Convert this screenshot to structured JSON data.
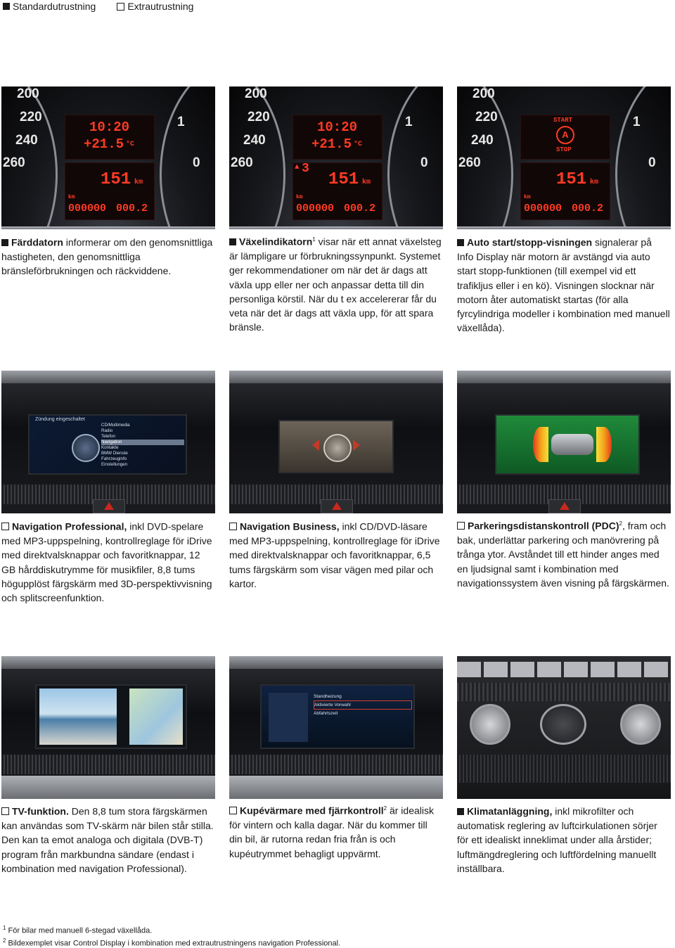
{
  "legend": {
    "standard": "Standardutrustning",
    "extra": "Extrautrustning"
  },
  "cluster": {
    "dial_numbers": [
      "200",
      "220",
      "240",
      "260"
    ],
    "time": "10:20",
    "temp": "+21.5",
    "temp_unit": "°C",
    "range": "151",
    "range_unit": "km",
    "odo_label": "km",
    "odo": "000000",
    "trip": "000.2",
    "gear_hint": "3",
    "start_text": "START",
    "stop_text": "STOP",
    "rpm_1": "1",
    "rpm_0": "0"
  },
  "features": [
    {
      "bold": "Färddatorn",
      "sup": "",
      "text": " informerar om den genomsnittliga hastigheten, den genomsnittliga bränsleförbrukningen och räckviddene."
    },
    {
      "bold": "Växelindikatorn",
      "sup": "1",
      "text": " visar när ett annat växelsteg är lämpligare ur förbrukningssynpunkt. Systemet ger rekommendationer om när det är dags att växla upp eller ner och anpassar detta till din personliga körstil. När du t ex accelererar får du veta när det är dags att växla upp, för att spara bränsle."
    },
    {
      "bold": "Auto start/stopp-visningen",
      "sup": "",
      "text": " signalerar på Info Display när motorn är avstängd via auto start stopp-funktionen (till exempel vid ett trafikljus eller i en kö). Visningen slocknar när motorn åter automatiskt startas (för alla fyrcylindriga modeller i kombination med manuell växellåda)."
    },
    {
      "bold": "Navigation Professional,",
      "sup": "",
      "text": " inkl DVD-spelare med MP3-uppspelning, kontrollreglage för iDrive med direktvalsknappar och favoritknappar, 12 GB hårddiskutrymme för musikfiler, 8,8 tums högupplöst färgskärm med 3D-perspektivvisning och splitscreenfunktion."
    },
    {
      "bold": "Navigation Business,",
      "sup": "",
      "text": " inkl CD/DVD-läsare med MP3-uppspelning, kontrollreglage för iDrive med direktvalsknappar och favoritknappar, 6,5 tums färgskärm som visar vägen med pilar och kartor."
    },
    {
      "bold": "Parkeringsdistanskontroll (PDC)",
      "sup": "2",
      "text": ", fram och bak, underlättar parkering och manövrering på trånga ytor. Avståndet till ett hinder anges med en ljudsignal samt i kombination med navigationssystem även visning på färgskärmen."
    },
    {
      "bold": "TV-funktion.",
      "sup": "",
      "text": " Den 8,8 tum stora färgskärmen kan användas som TV-skärm när bilen står stilla. Den kan ta emot analoga och digitala (DVB-T) program från markbundna sändare (endast i kombination med navigation Professional)."
    },
    {
      "bold": "Kupévärmare med fjärrkontroll",
      "sup": "2",
      "text": " är idealisk för vintern och kalla dagar. När du kommer till din bil, är rutorna redan fria från is och kupéutrymmet behagligt uppvärmt."
    },
    {
      "bold": "Klimatanläggning,",
      "sup": "",
      "text": " inkl mikrofilter och automatisk reglering av luftcirkulationen sörjer för ett idealiskt inneklimat under alla årstider; luftmängdreglering och luftfördelning manuellt inställbara."
    }
  ],
  "screens": {
    "pro_header": "Zündung eingeschaltet",
    "pro_menu": [
      "CD/Multimedia",
      "Radio",
      "Telefon",
      "Navigation",
      "Kontakte",
      "BMW Dienste",
      "Fahrzeuginfo",
      "Einstellungen"
    ],
    "heater_menu": [
      "Standheizung",
      "Aktivierte Vorwahl",
      "Abfahrtszeit"
    ]
  },
  "footnotes": {
    "n1": "1",
    "t1": " För bilar med manuell 6-stegad växellåda.",
    "n2": "2",
    "t2": " Bildexemplet visar Control Display i kombination med extrautrustningens navigation Professional."
  }
}
